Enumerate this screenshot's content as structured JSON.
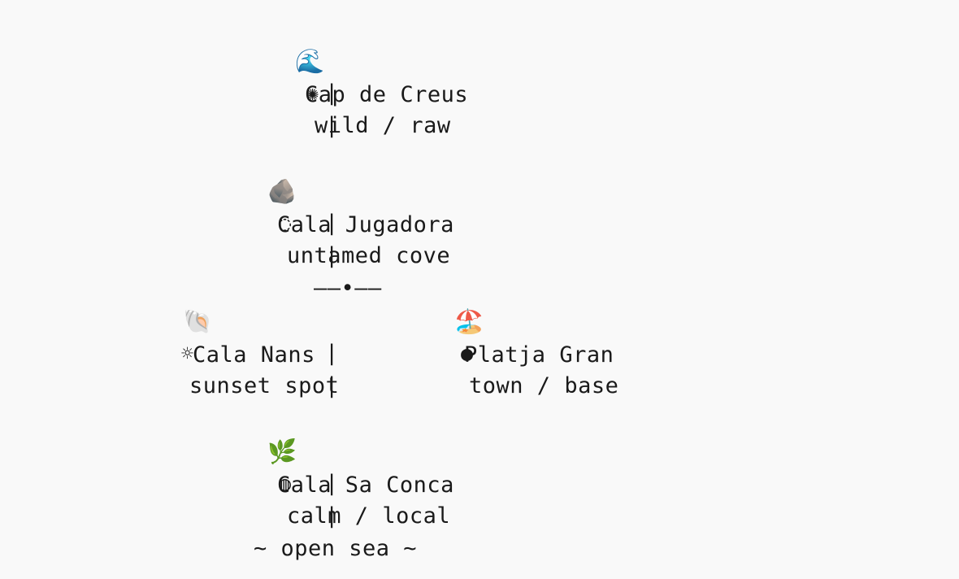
{
  "nodes": {
    "cap_de_creus": {
      "icon": "🌊",
      "name": "Cap de Creus",
      "tag_icon": "✺",
      "tag": "wild / raw"
    },
    "cala_jugadora": {
      "icon": "🪨",
      "name": "Cala Jugadora",
      "tag_icon": "◌",
      "tag": "untamed cove"
    },
    "cala_nans": {
      "icon": "🐚",
      "name": "Cala Nans",
      "tag_icon": "☼",
      "tag": "sunset spot"
    },
    "platja_gran": {
      "icon": "🏖️",
      "name": "Platja Gran",
      "tag_icon": "●",
      "tag": "town / base"
    },
    "cala_sa_conca": {
      "icon": "🌿",
      "name": "Cala Sa Conca",
      "tag_icon": "◍",
      "tag": "calm / local"
    }
  },
  "connector": {
    "vertical": "|",
    "junction": "——•——"
  },
  "footer": {
    "label": "~ open sea ~"
  }
}
